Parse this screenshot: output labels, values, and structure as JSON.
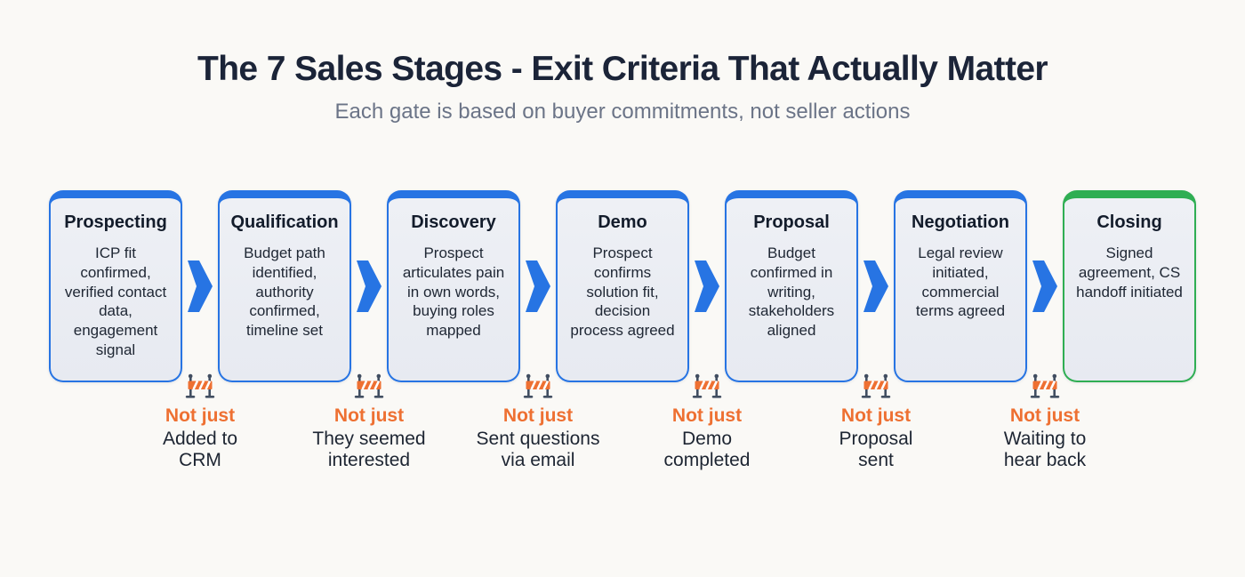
{
  "header": {
    "title": "The 7 Sales Stages - Exit Criteria That Actually Matter",
    "subtitle": "Each gate is based on buyer commitments, not seller actions"
  },
  "colors": {
    "blue": "#2774e3",
    "green": "#2fae53",
    "orange": "#ee7032",
    "card_bg": "#eaedf3",
    "title_text": "#1b2438",
    "subtitle_text": "#6b7487",
    "body_text": "#202835",
    "barrier_post": "#414e61",
    "page_bg": "#faf9f6"
  },
  "icons": {
    "arrow": "chevron-right-icon",
    "gate": "construction-barrier-icon"
  },
  "stages": [
    {
      "name": "Prospecting",
      "criteria": "ICP fit confirmed, verified contact data, engagement signal",
      "accent": "blue"
    },
    {
      "name": "Qualification",
      "criteria": "Budget path identified, authority confirmed, timeline set",
      "accent": "blue"
    },
    {
      "name": "Discovery",
      "criteria": "Prospect articulates pain in own words, buying roles mapped",
      "accent": "blue"
    },
    {
      "name": "Demo",
      "criteria": "Prospect confirms solution fit, decision process agreed",
      "accent": "blue"
    },
    {
      "name": "Proposal",
      "criteria": "Budget confirmed in writing, stakeholders aligned",
      "accent": "blue"
    },
    {
      "name": "Negotiation",
      "criteria": "Legal review initiated, commercial terms agreed",
      "accent": "blue"
    },
    {
      "name": "Closing",
      "criteria": "Signed agreement, CS handoff initiated",
      "accent": "green"
    }
  ],
  "gates": [
    {
      "label": "Not just",
      "lines": [
        "Added to",
        "CRM"
      ]
    },
    {
      "label": "Not just",
      "lines": [
        "They seemed",
        "interested"
      ]
    },
    {
      "label": "Not just",
      "lines": [
        "Sent questions",
        "via email"
      ]
    },
    {
      "label": "Not just",
      "lines": [
        "Demo",
        "completed"
      ]
    },
    {
      "label": "Not just",
      "lines": [
        "Proposal",
        "sent"
      ]
    },
    {
      "label": "Not just",
      "lines": [
        "Waiting to",
        "hear back"
      ]
    }
  ]
}
